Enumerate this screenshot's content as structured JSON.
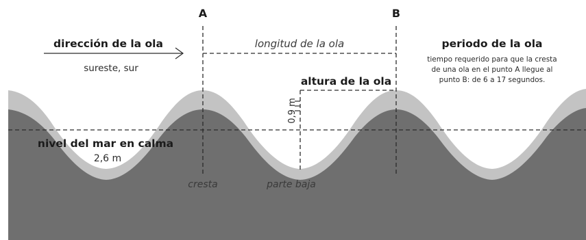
{
  "points": {
    "a": "A",
    "b": "B"
  },
  "direction": {
    "title": "dirección de la ola",
    "value": "sureste, sur"
  },
  "wavelength": {
    "label": "longitud de la ola"
  },
  "period": {
    "title": "periodo de la ola",
    "lines": [
      "tiempo requerido para que la cresta",
      "de una ola en el punto A llegue al",
      "punto B: de 6 a 17 segundos."
    ]
  },
  "height": {
    "title": "altura de la ola",
    "value": "0,9 m"
  },
  "calm_sea": {
    "title": "nivel del mar en calma",
    "value": "2,6 m"
  },
  "parts": {
    "crest": "cresta",
    "trough": "parte baja"
  },
  "colors": {
    "wave_light": "#c3c3c3",
    "wave_dark": "#6f6f6f",
    "lines": "#2b2b2b"
  }
}
